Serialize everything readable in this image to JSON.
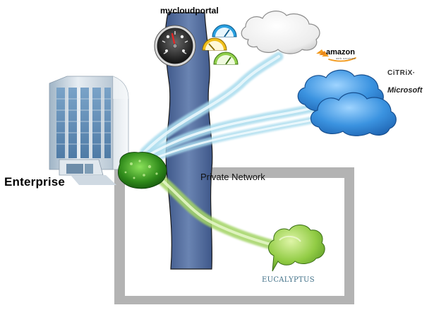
{
  "labels": {
    "portal": "mycloudportal",
    "enterprise": "Enterprise",
    "private_network": "Private Network",
    "amazon": "amazon",
    "amazon_sub": "web services",
    "citrix": "CiTRiX·",
    "microsoft": "Microsoft",
    "eucalyptus": "EUCALYPTUS"
  },
  "colors": {
    "tunnel_public": "#a9dcee",
    "tunnel_private": "#a3d465",
    "firewall_band": "#55709f",
    "private_network_frame": "#b3b3b3",
    "public_cloud": "#2f86d6",
    "amazon_cloud": "#ececec",
    "eucalyptus_cloud": "#88c63d",
    "amazon_accent": "#f29a1e"
  },
  "icons": {
    "enterprise": "office-building-icon",
    "router": "green-router-icon",
    "dashboard": "dashboard-gauge-icon",
    "gauges": "speed-gauge-icon",
    "amazon_cloud": "amazon-cloud-icon",
    "public_cloud": "public-cloud-icon",
    "private_cloud": "eucalyptus-cloud-icon"
  }
}
